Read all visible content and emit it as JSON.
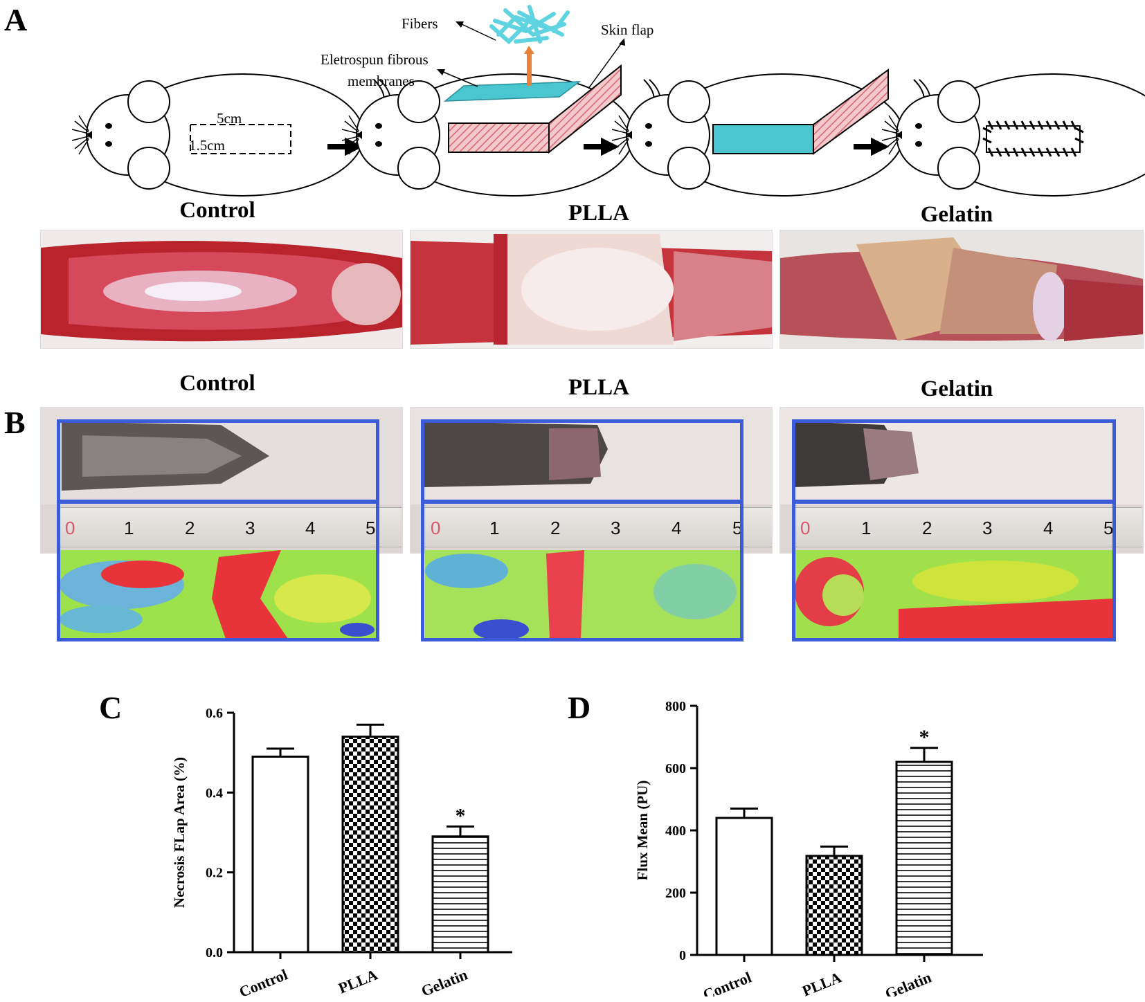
{
  "panels": {
    "a": {
      "letter": "A"
    },
    "b": {
      "letter": "B"
    },
    "c": {
      "letter": "C"
    },
    "d": {
      "letter": "D"
    }
  },
  "schematic": {
    "fibers_label": "Fibers",
    "membranes_label_line1": "Eletrospun fibrous",
    "membranes_label_line2": "membranes",
    "skin_flap_label": "Skin flap",
    "length_label": "5cm",
    "width_label": "1.5cm"
  },
  "group_titles_row1": [
    "Control",
    "PLLA",
    "Gelatin"
  ],
  "group_titles_row2": [
    "Control",
    "PLLA",
    "Gelatin"
  ],
  "ruler": {
    "ticks": [
      "0",
      "1",
      "2",
      "3",
      "4",
      "5"
    ]
  },
  "colors": {
    "frame_blue": "#3b5bd9",
    "membrane_cyan": "#49c6cf",
    "skin_flap_red": "#d9636f",
    "arrow_orange": "#e8823a",
    "fiber_cyan": "#5fd3e0"
  },
  "chart_data": [
    {
      "type": "bar",
      "panel": "C",
      "categories": [
        "Control",
        "PLLA",
        "Gelatin"
      ],
      "values": [
        0.49,
        0.54,
        0.29
      ],
      "errors": [
        0.02,
        0.03,
        0.025
      ],
      "patterns": [
        "open",
        "checker",
        "horizontal-lines"
      ],
      "significance": [
        "",
        "",
        "*"
      ],
      "ylabel": "Necrosis FLap Area (%)",
      "ylim": [
        0,
        0.6
      ],
      "yticks": [
        "0.0",
        "0.2",
        "0.4",
        "0.6"
      ],
      "ytick_values": [
        0,
        0.2,
        0.4,
        0.6
      ]
    },
    {
      "type": "bar",
      "panel": "D",
      "categories": [
        "Control",
        "PLLA",
        "Gelatin"
      ],
      "values": [
        440,
        318,
        620
      ],
      "errors": [
        30,
        30,
        45
      ],
      "patterns": [
        "open",
        "checker",
        "horizontal-lines"
      ],
      "significance": [
        "",
        "",
        "*"
      ],
      "ylabel": "Flux Mean (PU)",
      "ylim": [
        0,
        800
      ],
      "yticks": [
        "0",
        "200",
        "400",
        "600",
        "800"
      ],
      "ytick_values": [
        0,
        200,
        400,
        600,
        800
      ]
    }
  ]
}
